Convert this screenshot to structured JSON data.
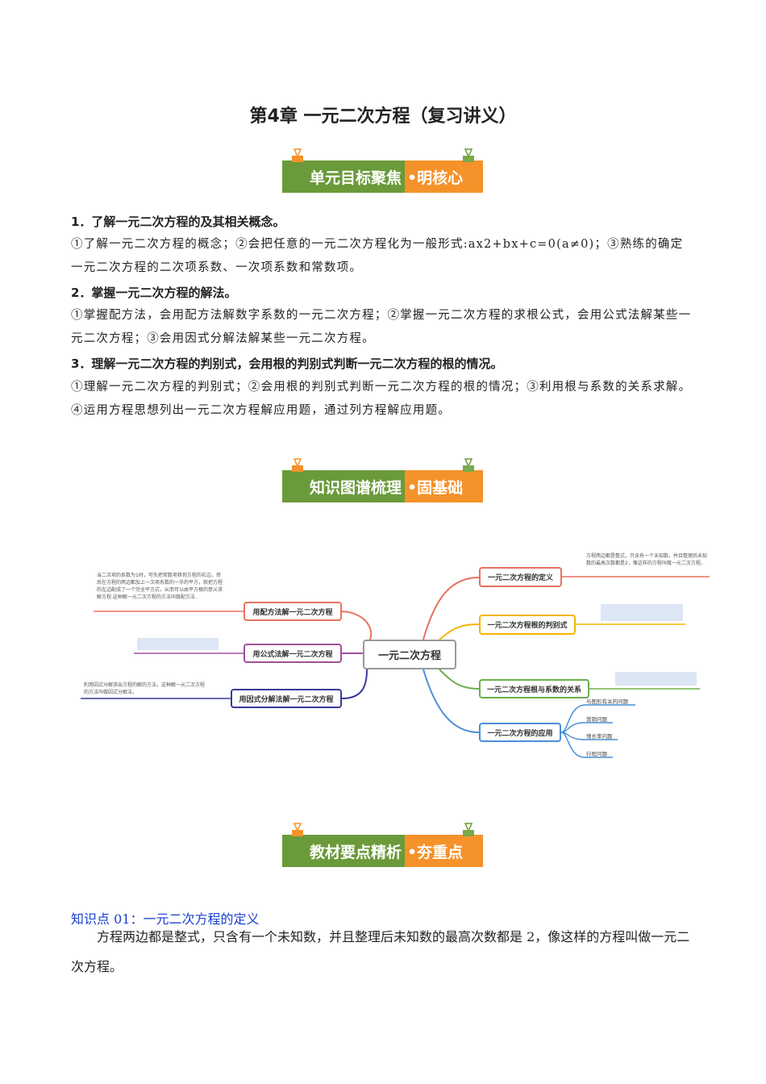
{
  "title": "第4章 一元二次方程（复习讲义）",
  "banners": [
    {
      "left": "单元目标聚焦",
      "right": "•明核心"
    },
    {
      "left": "知识图谱梳理",
      "right": "•固基础"
    },
    {
      "left": "教材要点精析",
      "right": "•夯重点"
    }
  ],
  "goals": [
    {
      "heading": "1．了解一元二次方程的及其相关概念。",
      "text": "①了解一元二次方程的概念；②会把任意的一元二次方程化为一般形式:ax2+bx+c=0(a≠0)；③熟练的确定一元二次方程的二次项系数、一次项系数和常数项。"
    },
    {
      "heading": "2．掌握一元二次方程的解法。",
      "text": "①掌握配方法，会用配方法解数字系数的一元二次方程；②掌握一元二次方程的求根公式，会用公式法解某些一元二次方程；③会用因式分解法解某些一元二次方程。"
    },
    {
      "heading": "3．理解一元二次方程的判别式，会用根的判别式判断一元二次方程的根的情况。",
      "text": "①理解一元二次方程的判别式；②会用根的判别式判断一元二次方程的根的情况；③利用根与系数的关系求解。④运用方程思想列出一元二次方程解应用题，通过列方程解应用题。"
    }
  ],
  "mindmap": {
    "center": "一元二次方程",
    "left": [
      {
        "label": "用配方法解一元二次方程",
        "note": "当二次项的系数为1时，可先把常数项移到方程的右边，然后在方程的两边都加上一次项系数的一半的平方，就把方程的左边配成了一个完全平方式，从而可以由平方根的意义求解方程.这种解一元二次方程的方法叫做配方法 .",
        "color": "#e8735f"
      },
      {
        "label": "用公式法解一元二次方程",
        "note": "",
        "color": "#a0509a"
      },
      {
        "label": "用因式分解法解一元二次方程",
        "note": "利用因式分解求出方程的解的方法，这种解一元二次方程的方法叫做因式分解法。",
        "color": "#3a3a9a"
      }
    ],
    "right": [
      {
        "label": "一元二次方程的定义",
        "note": "方程两边都是整式，只含有一个未知数，并且整理后未知数的最高次数都是2，像这样的方程叫做一元二次方程。",
        "color": "#e8705f"
      },
      {
        "label": "一元二次方程根的判别式",
        "note": "",
        "color": "#f5b400"
      },
      {
        "label": "一元二次方程根与系数的关系",
        "note": "",
        "color": "#6ab04c"
      },
      {
        "label": "一元二次方程的应用",
        "note": "",
        "color": "#4a8fd6"
      }
    ],
    "applications": [
      "与图形有关的问题",
      "营销问题",
      "增长率问题",
      "行程问题"
    ]
  },
  "knowledge_point": {
    "title": "知识点 01：一元二次方程的定义",
    "text": "方程两边都是整式，只含有一个未知数，并且整理后未知数的最高次数都是 2，像这样的方程叫做一元二次方程。"
  }
}
